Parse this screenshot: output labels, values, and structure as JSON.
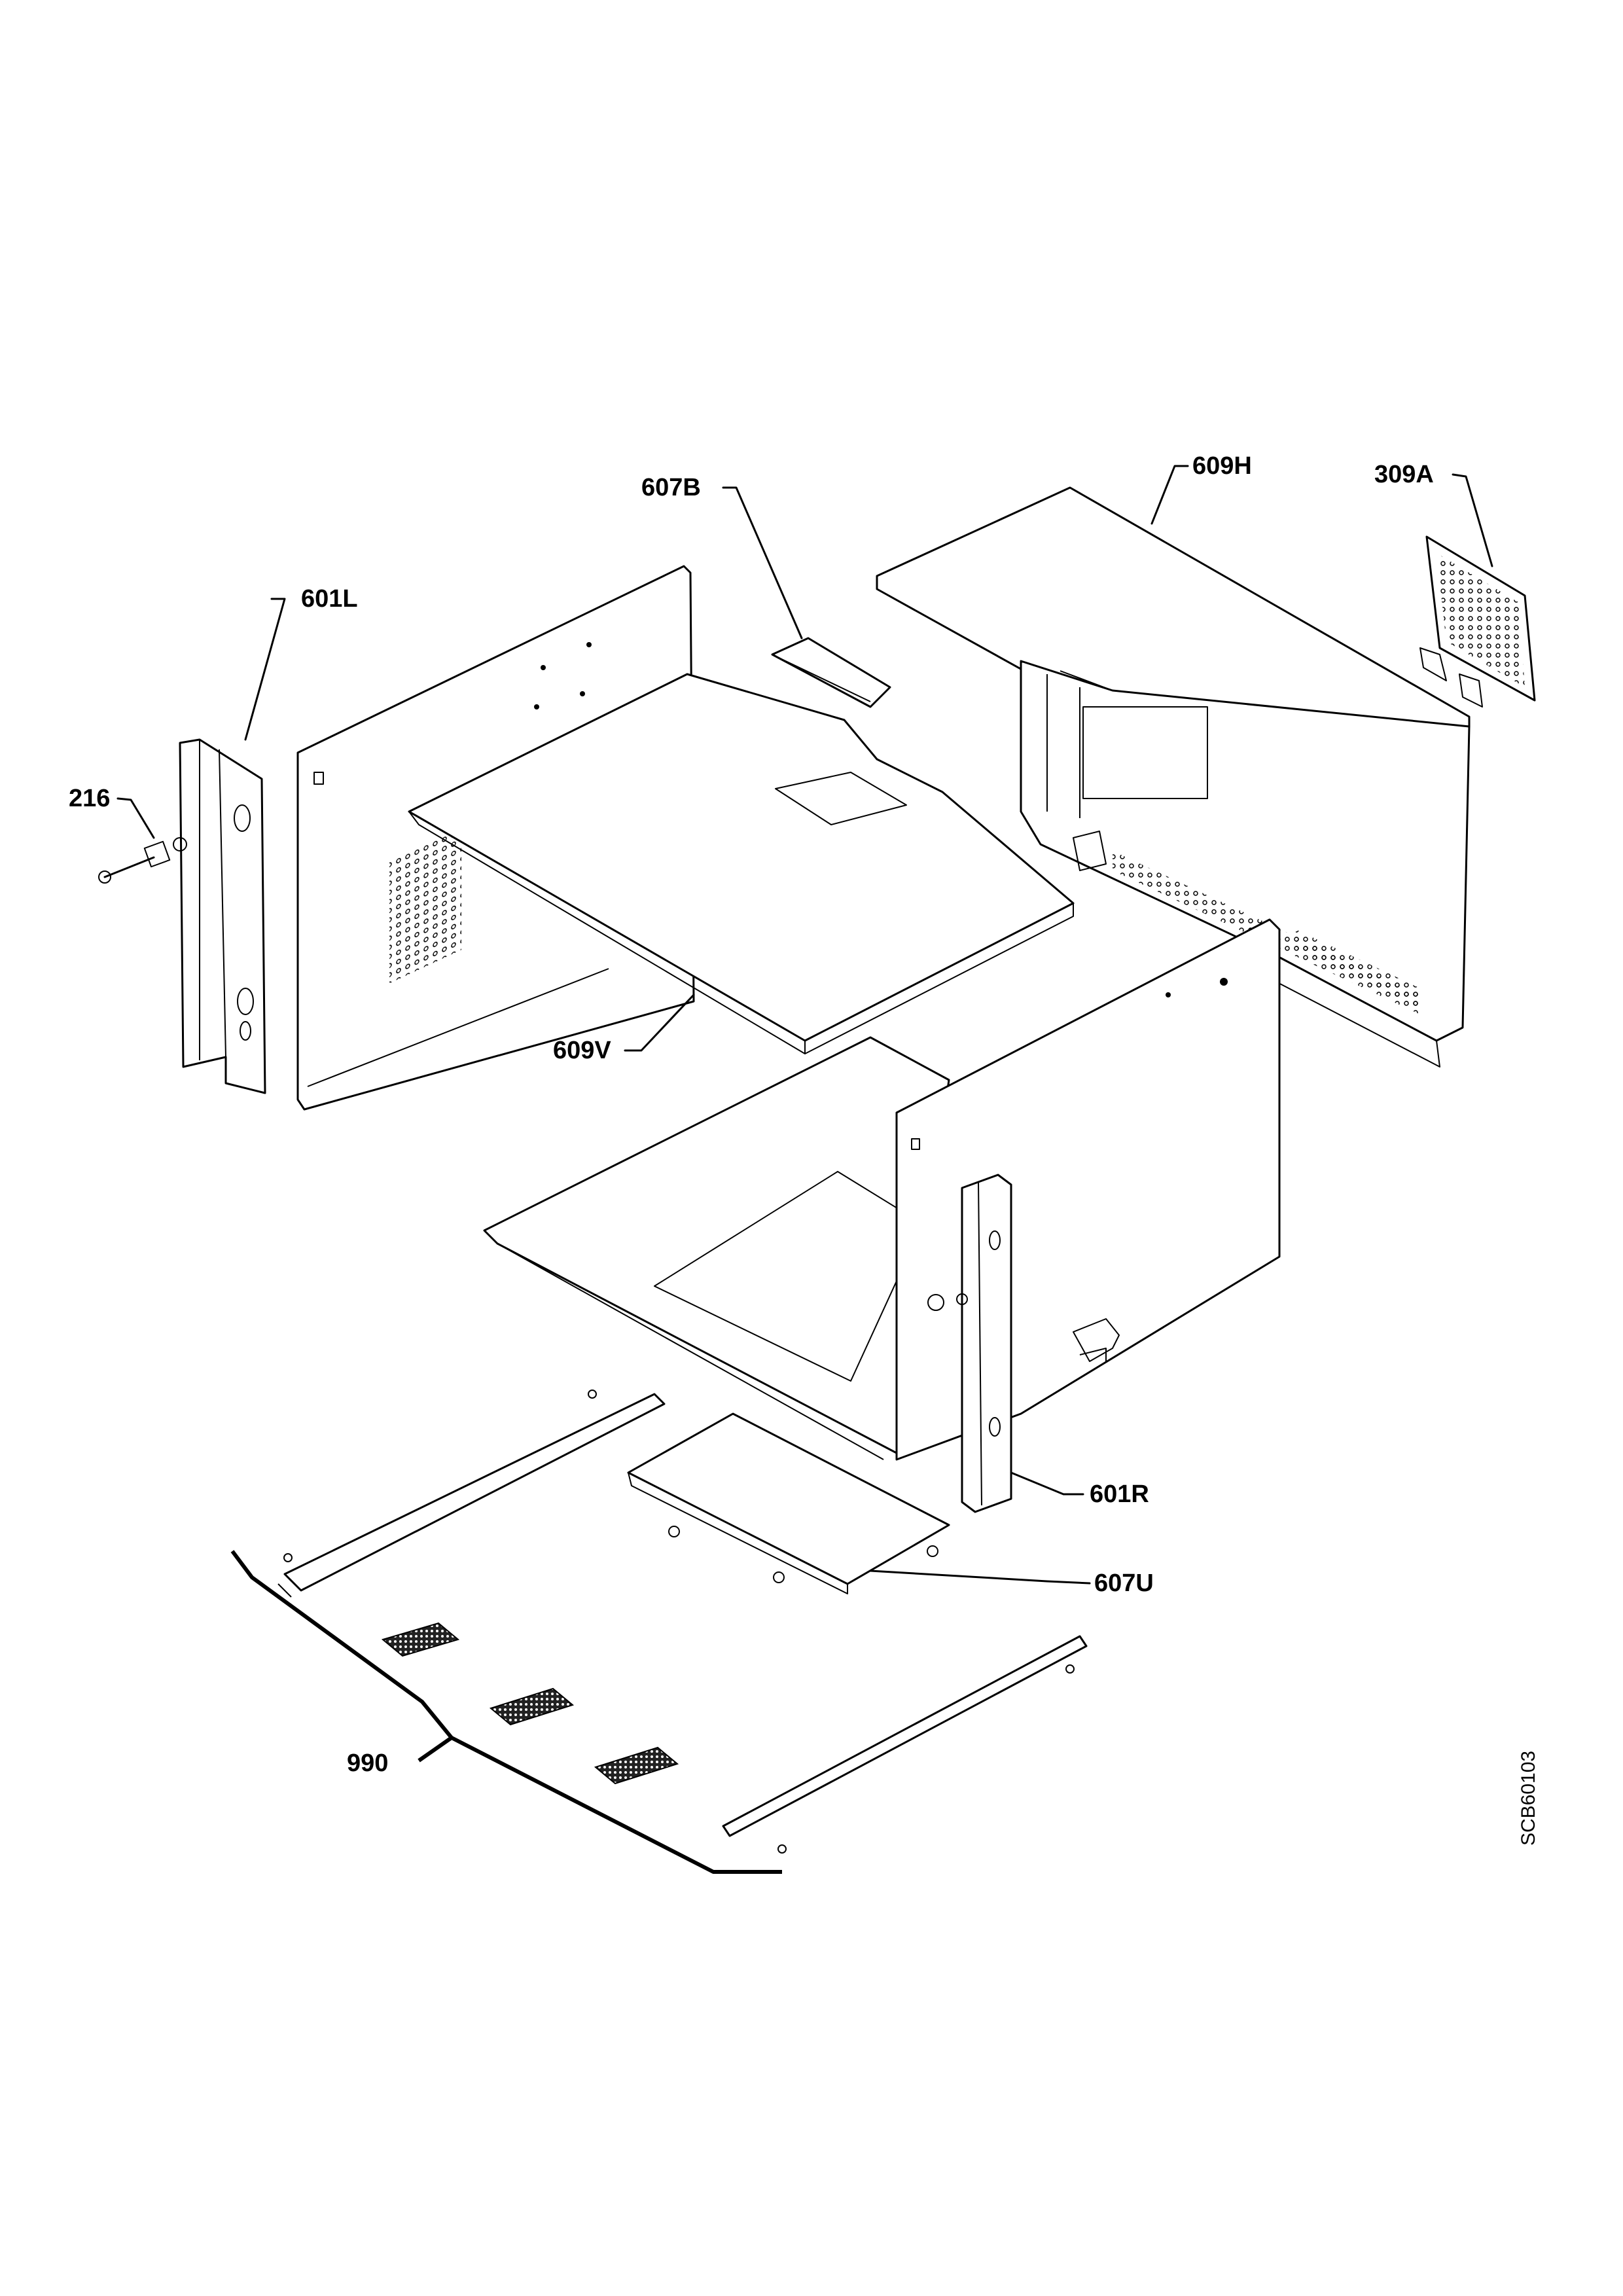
{
  "labels": {
    "p607B": "607B",
    "p609H": "609H",
    "p309A": "309A",
    "p601L": "601L",
    "p216": "216",
    "p609V": "609V",
    "p601R": "601R",
    "p607U": "607U",
    "p990": "990"
  },
  "drawing_code": "SCB60103"
}
